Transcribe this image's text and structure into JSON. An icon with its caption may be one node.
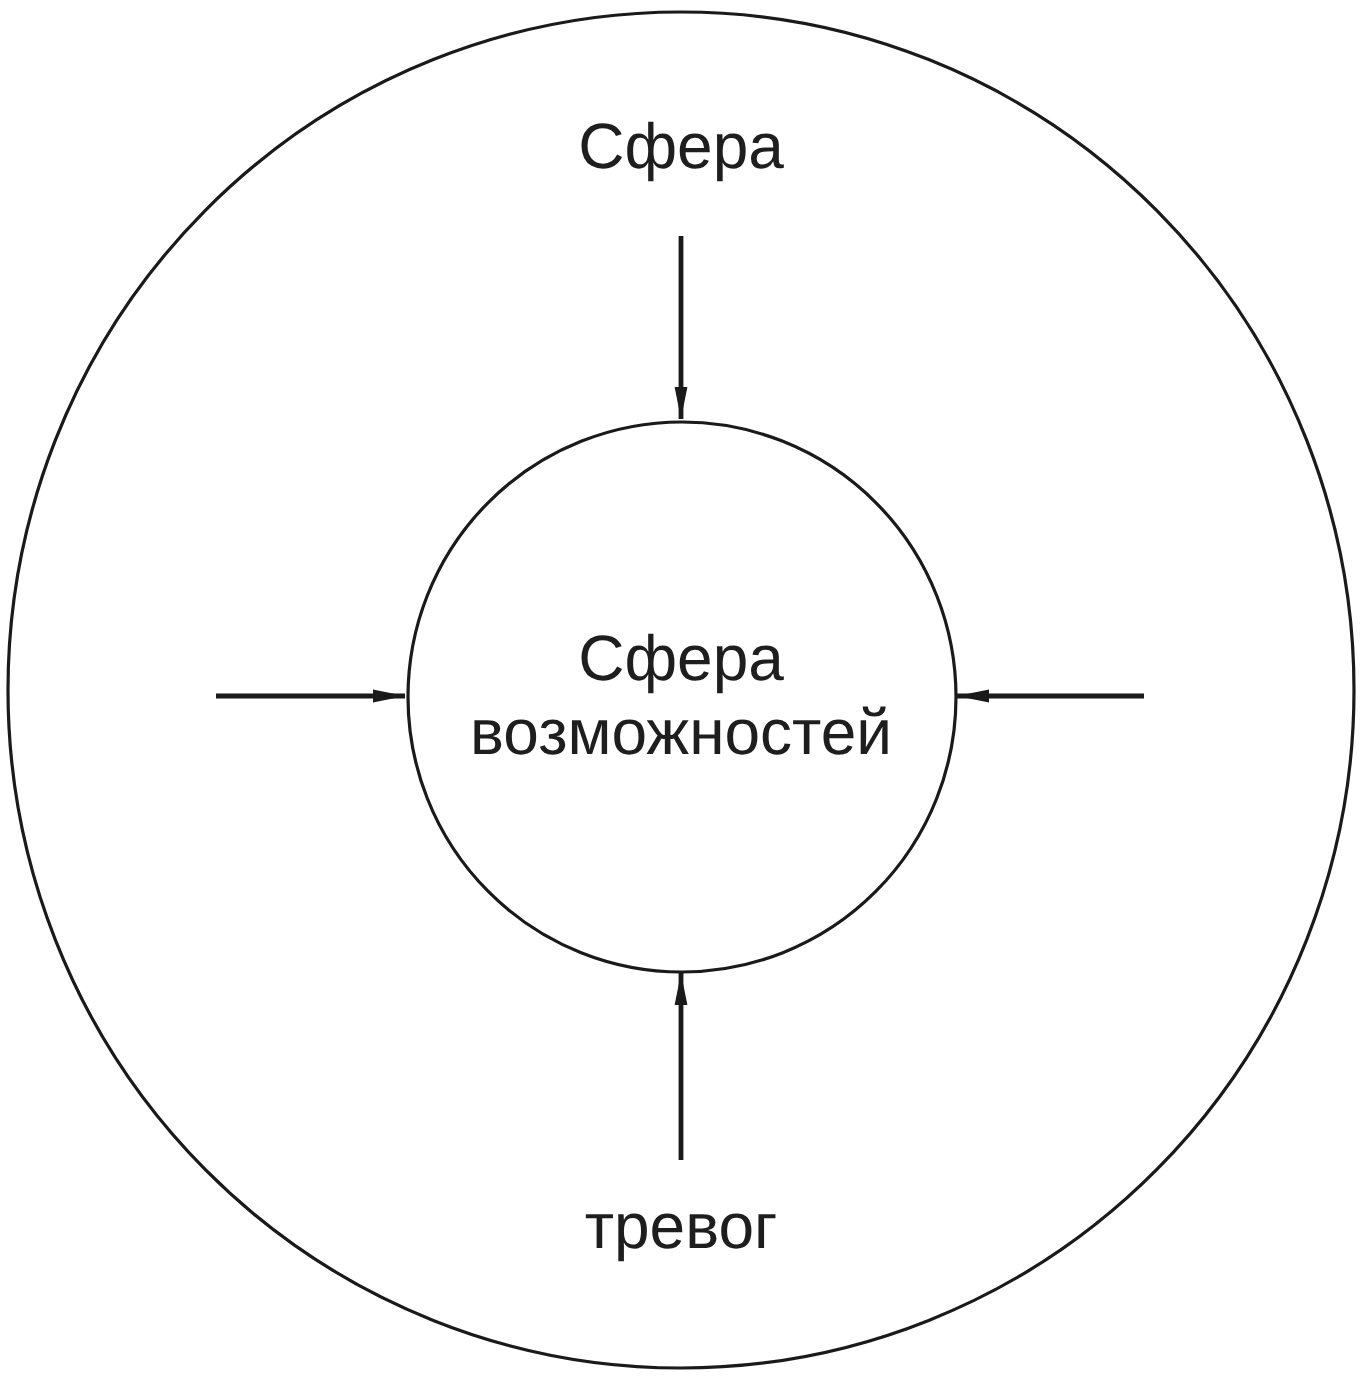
{
  "diagram": {
    "nodes": [
      {
        "text": [
          "Сфера",
          "тревог"
        ]
      },
      {
        "text": [
          "Сфера возможностей"
        ],
        "in": 0
      }
    ],
    "edges": [
      {
        "from": null,
        "to": 1,
        "arrow": "to"
      },
      {
        "from": null,
        "to": 1,
        "arrow": "to"
      },
      {
        "from": null,
        "to": 1,
        "arrow": "to"
      },
      {
        "from": null,
        "to": 1,
        "arrow": "to"
      }
    ]
  }
}
